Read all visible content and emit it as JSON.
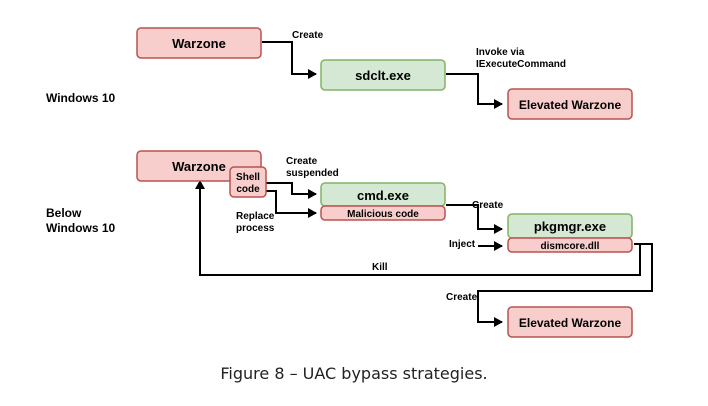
{
  "diagram": {
    "sections": {
      "win10": "Windows 10",
      "below_line1": "Below",
      "below_line2": "Windows 10"
    },
    "nodes": {
      "warzone_top": "Warzone",
      "sdclt": "sdclt.exe",
      "elevated_top": "Elevated Warzone",
      "warzone_bottom": "Warzone",
      "shellcode_line1": "Shell",
      "shellcode_line2": "code",
      "cmd": "cmd.exe",
      "malicious": "Malicious code",
      "pkgmgr": "pkgmgr.exe",
      "dismcore": "dismcore.dll",
      "elevated_bottom": "Elevated Warzone"
    },
    "edges": {
      "create_top": "Create",
      "invoke_line1": "Invoke via",
      "invoke_line2": "IExecuteCommand",
      "create_susp_line1": "Create",
      "create_susp_line2": "suspended",
      "replace_line1": "Replace",
      "replace_line2": "process",
      "create_pkg": "Create",
      "inject": "Inject",
      "kill": "Kill",
      "create_elev": "Create"
    },
    "colors": {
      "red_fill": "#f8cecc",
      "red_stroke": "#b85450",
      "green_fill": "#d5e8d4",
      "green_stroke": "#82b366"
    }
  },
  "caption": "Figure 8 – UAC bypass strategies."
}
